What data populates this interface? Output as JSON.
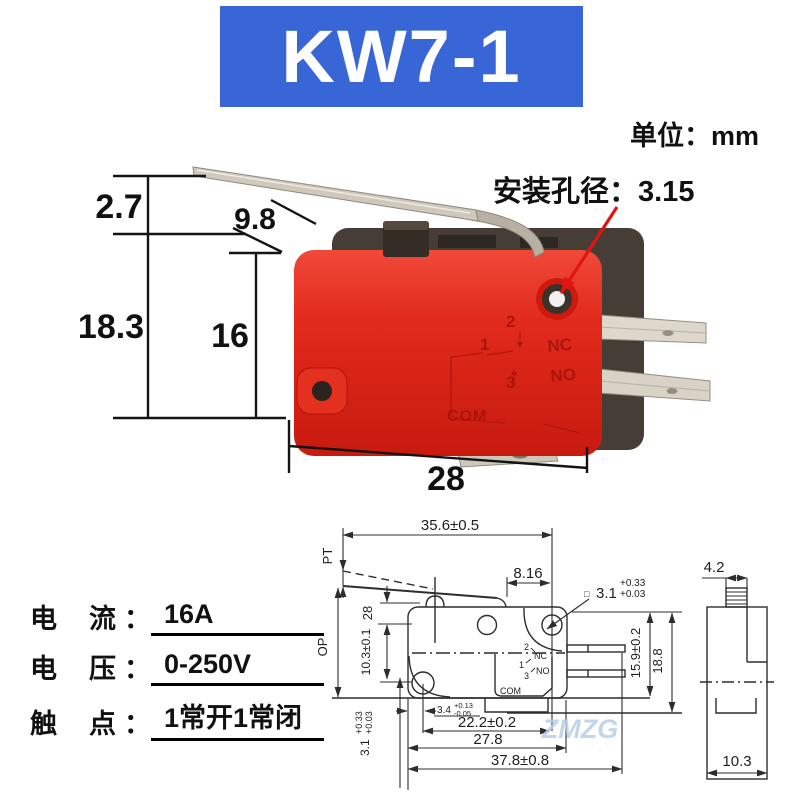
{
  "banner": {
    "model": "KW7-1",
    "bg": "#3866d6"
  },
  "notes": {
    "unit": "单位：mm",
    "mount_hole": "安装孔径：3.15"
  },
  "photo_dims": {
    "lever_rise": "2.7",
    "lever_span": "9.8",
    "total_height": "18.3",
    "body_height": "16",
    "body_width": "28"
  },
  "photo_markings": {
    "n2": "2",
    "nc": "NC",
    "n1": "1",
    "no": "NO",
    "n3": "3",
    "com": "COM"
  },
  "specs": {
    "rows": [
      {
        "c1": "电",
        "c2": "流",
        "sep": "：",
        "value": "16A"
      },
      {
        "c1": "电",
        "c2": "压",
        "sep": "：",
        "value": "0-250V"
      },
      {
        "c1": "触",
        "c2": "点",
        "sep": "：",
        "value": "1常开1常闭"
      }
    ]
  },
  "drawing": {
    "top_len": "35.6±0.5",
    "pt": "PT",
    "op": "OP",
    "lever_dim": "8.16",
    "hole_sq": "□",
    "hole_dia": "3.1",
    "hole_tol_up": "+0.33",
    "hole_tol_dn": "+0.03",
    "h28": "28",
    "h103": "10.3±0.1",
    "left_dia": "3.1",
    "left_tol_up": "+0.33",
    "left_tol_dn": "+0.03",
    "d34": "3.4",
    "d34_up": "+0.13",
    "d34_dn": "-0.05",
    "w222": "22.2±0.2",
    "w278": "27.8",
    "w378": "37.8±0.8",
    "h159": "15.9±0.2",
    "h188": "18.8",
    "side_top": "4.2",
    "side_w": "10.3",
    "m2": "2",
    "mnc": "NC",
    "m1": "1",
    "mno": "NO",
    "m3": "3",
    "mcom": "COM"
  },
  "watermark": "ZMZG",
  "colors": {
    "accent_blue": "#3866d6",
    "switch_red": "#df2114",
    "arrow_red": "#e21313",
    "watermark_blue": "#b7cfe6"
  }
}
